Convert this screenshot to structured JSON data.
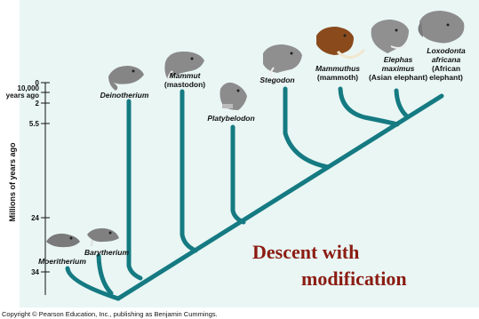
{
  "axis": {
    "label": "Millions of years ago",
    "ticks": [
      {
        "label": "0"
      },
      {
        "label": "10,000"
      },
      {
        "label": "years ago"
      },
      {
        "label": "2"
      },
      {
        "label": "5.5"
      },
      {
        "label": "24"
      },
      {
        "label": "34"
      }
    ]
  },
  "species": [
    {
      "id": "moeritherium",
      "lines": [
        "Moeritherium"
      ]
    },
    {
      "id": "barytherium",
      "lines": [
        "Barytherium"
      ]
    },
    {
      "id": "deinotherium",
      "lines": [
        "Deinotherium"
      ]
    },
    {
      "id": "mammut",
      "lines": [
        "Mammut",
        "(mastodon)"
      ]
    },
    {
      "id": "platybelodon",
      "lines": [
        "Platybelodon"
      ]
    },
    {
      "id": "stegodon",
      "lines": [
        "Stegodon"
      ]
    },
    {
      "id": "mammuthus",
      "lines": [
        "Mammuthus",
        "(mammoth)"
      ]
    },
    {
      "id": "elephas",
      "lines": [
        "Elephas",
        "maximus",
        "(Asian elephant)"
      ]
    },
    {
      "id": "loxodonta",
      "lines": [
        "Loxodonta",
        "africana",
        "(African",
        "elephant)"
      ]
    }
  ],
  "caption": {
    "line1": "Descent with",
    "line2": "modification"
  },
  "copyright": "Copyright © Pearson Education, Inc., publishing as Benjamin Cummings.",
  "colors": {
    "background": "#e9f6f4",
    "branch": "#157a82",
    "caption": "#8b1c12"
  }
}
